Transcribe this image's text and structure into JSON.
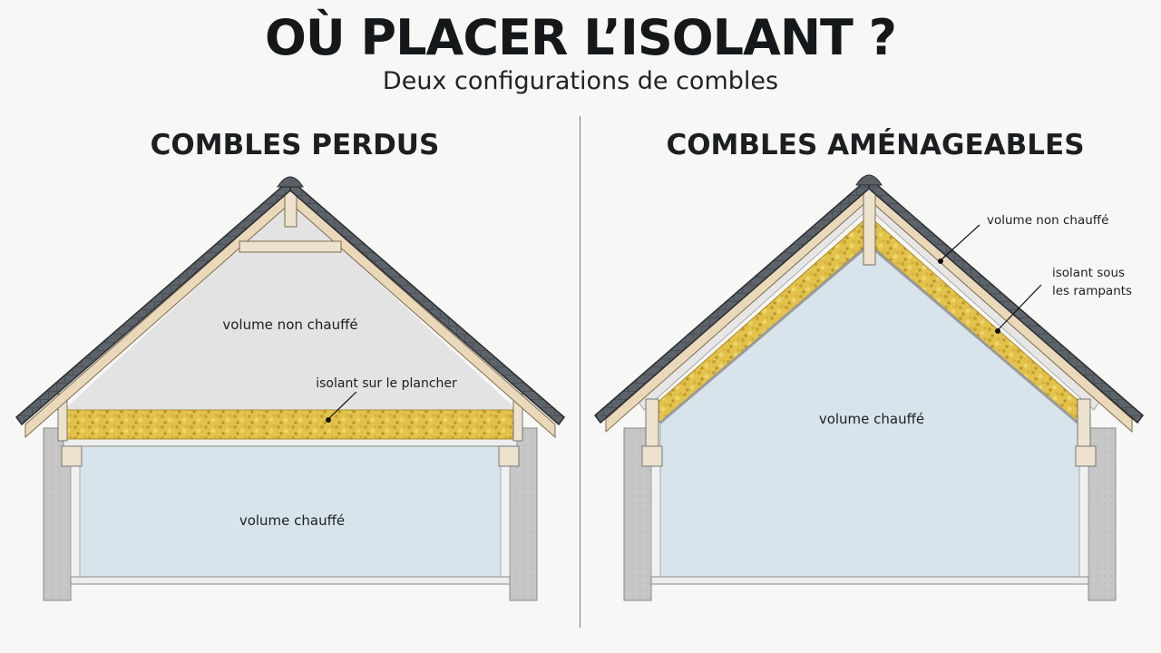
{
  "title": "OÙ PLACER L’ISOLANT ?",
  "subtitle": "Deux configurations de combles",
  "colors": {
    "heated": "#d8e4ec",
    "unheated": "#e3e3e3",
    "insulation": "#e2c24a",
    "wall": "#c7c7c7",
    "roof_tiles": "#4a4f55",
    "timber": "#e8d9bd"
  },
  "panels": [
    {
      "title": "COMBLES PERDUS",
      "labels": {
        "unheated_volume": "volume non chauffé",
        "insulation": "isolant sur le plancher",
        "heated_volume": "volume chauffé"
      }
    },
    {
      "title": "COMBLES AMÉNAGEABLES",
      "labels": {
        "unheated_volume": "volume non chauffé",
        "insulation_line1": "isolant sous",
        "insulation_line2": "les rampants",
        "heated_volume": "volume chauffé"
      }
    }
  ]
}
